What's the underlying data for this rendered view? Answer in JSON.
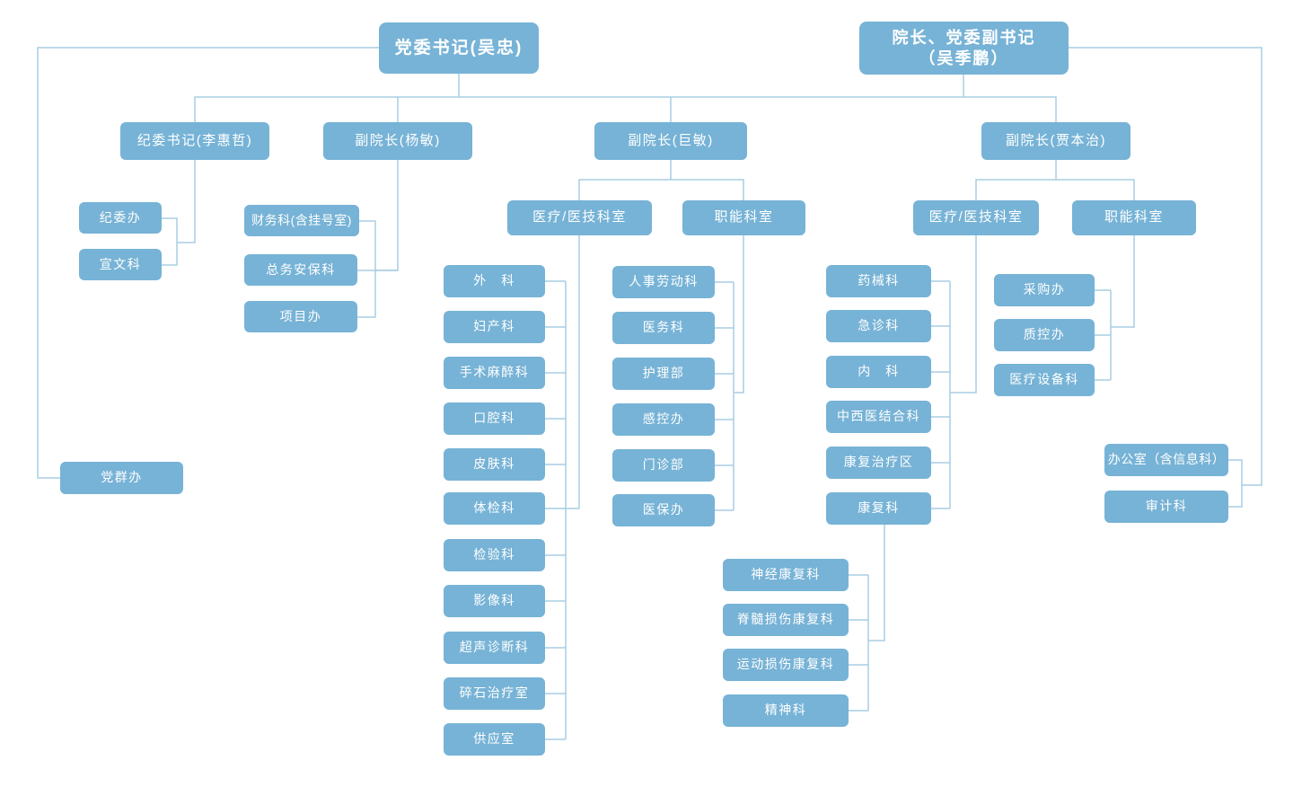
{
  "colors": {
    "box_fill": "#77b3d6",
    "line": "#a9cee3",
    "text": "#ffffff"
  },
  "org": {
    "party_secretary": {
      "label": "党委书记(吴忠)"
    },
    "president": {
      "line1": "院长、党委副书记",
      "line2": "（吴季鹏）"
    },
    "discipline_secretary": {
      "label": "纪委书记(李惠哲)"
    },
    "vp_yangmin": {
      "label": "副院长(杨敏)"
    },
    "vp_jumin": {
      "label": "副院长(巨敏)"
    },
    "vp_jiabenzhi": {
      "label": "副院长(贾本治)"
    },
    "medical_header_left": {
      "label": "医疗/医技科室"
    },
    "functional_header_left": {
      "label": "职能科室"
    },
    "medical_header_right": {
      "label": "医疗/医技科室"
    },
    "functional_header_right": {
      "label": "职能科室"
    },
    "party_mass_office": {
      "label": "党群办"
    },
    "discipline_depts": [
      {
        "label": "纪委办"
      },
      {
        "label": "宣文科"
      }
    ],
    "yangmin_depts": [
      {
        "label": "财务科(含挂号室)"
      },
      {
        "label": "总务安保科"
      },
      {
        "label": "项目办"
      }
    ],
    "medical_depts_left": [
      {
        "label": "外　科"
      },
      {
        "label": "妇产科"
      },
      {
        "label": "手术麻醉科"
      },
      {
        "label": "口腔科"
      },
      {
        "label": "皮肤科"
      },
      {
        "label": "体检科"
      },
      {
        "label": "检验科"
      },
      {
        "label": "影像科"
      },
      {
        "label": "超声诊断科"
      },
      {
        "label": "碎石治疗室"
      },
      {
        "label": "供应室"
      }
    ],
    "functional_depts_left": [
      {
        "label": "人事劳动科"
      },
      {
        "label": "医务科"
      },
      {
        "label": "护理部"
      },
      {
        "label": "感控办"
      },
      {
        "label": "门诊部"
      },
      {
        "label": "医保办"
      }
    ],
    "medical_depts_right": [
      {
        "label": "药械科"
      },
      {
        "label": "急诊科"
      },
      {
        "label": "内　科"
      },
      {
        "label": "中西医结合科"
      },
      {
        "label": "康复治疗区"
      },
      {
        "label": "康复科"
      }
    ],
    "rehab_sub_depts": [
      {
        "label": "神经康复科"
      },
      {
        "label": "脊髓损伤康复科"
      },
      {
        "label": "运动损伤康复科"
      },
      {
        "label": "精神科"
      }
    ],
    "functional_depts_right": [
      {
        "label": "采购办"
      },
      {
        "label": "质控办"
      },
      {
        "label": "医疗设备科"
      }
    ],
    "president_admin_depts": [
      {
        "label": "办公室（含信息科）"
      },
      {
        "label": "审计科"
      }
    ]
  }
}
